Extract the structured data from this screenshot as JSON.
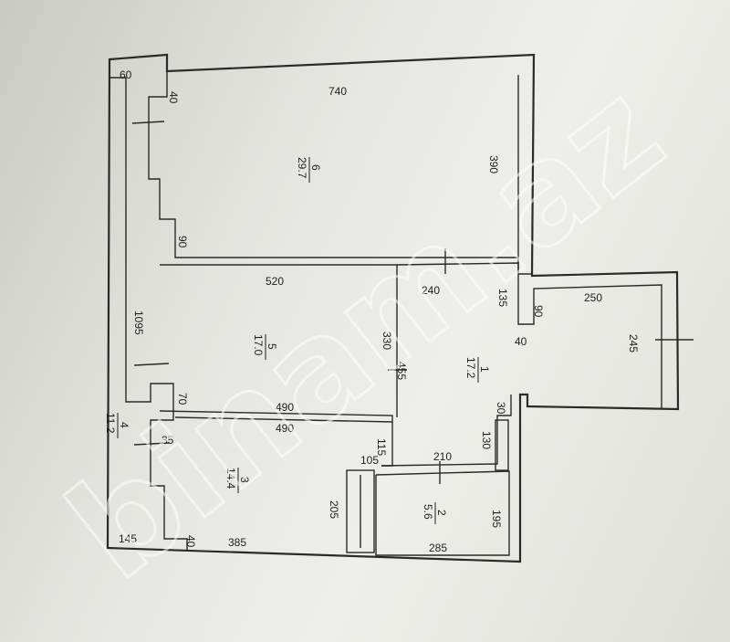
{
  "dimensions": {
    "d740": "740",
    "d40_top": "40",
    "d60": "60",
    "d390": "390",
    "d90_left": "90",
    "d520": "520",
    "d240": "240",
    "d135": "135",
    "d90_right": "90",
    "d250": "250",
    "d245": "245",
    "d40_mid": "40",
    "d1095": "1095",
    "d330": "330",
    "d455": "455",
    "d70": "70",
    "d490_a": "490",
    "d490_b": "490",
    "d30": "30",
    "d130": "130",
    "d115": "115",
    "d105": "105",
    "d210": "210",
    "d35": "35",
    "d205": "205",
    "d195": "195",
    "d145": "145",
    "d40_bot": "40",
    "d385": "385",
    "d285": "285"
  },
  "rooms": {
    "room6": {
      "number": "6",
      "area": "29.7"
    },
    "room5": {
      "number": "5",
      "area": "17.0"
    },
    "room1": {
      "number": "1",
      "area": "17.2"
    },
    "room4": {
      "number": "4",
      "area": "11.2"
    },
    "room3": {
      "number": "3",
      "area": "14.4"
    },
    "room2": {
      "number": "2",
      "area": "5.6"
    }
  },
  "watermark": "binam.az"
}
